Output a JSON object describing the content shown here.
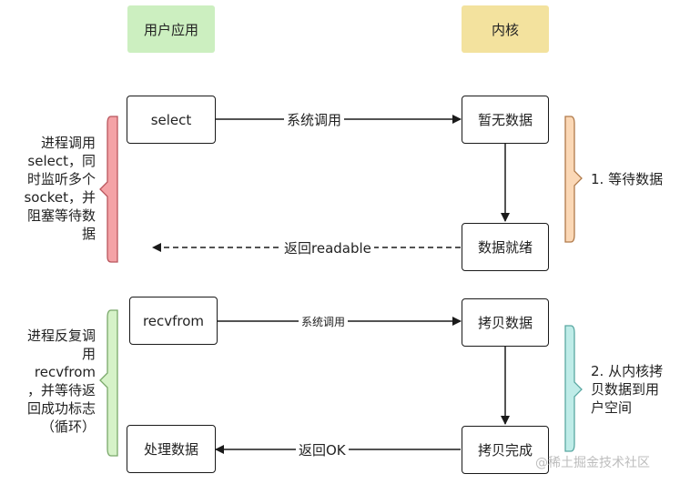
{
  "headers": {
    "user_app": "用户应用",
    "kernel": "内核"
  },
  "colors": {
    "user_header_bg": "#ccefc0",
    "kernel_header_bg": "#f3e29e",
    "brace_red_fill": "#f4a2a6",
    "brace_red_stroke": "#b9565d",
    "brace_orange_fill": "#fbd8b6",
    "brace_orange_stroke": "#b07a4a",
    "brace_green_fill": "#d6f2c8",
    "brace_green_stroke": "#7aa86a",
    "brace_cyan_fill": "#bfece8",
    "brace_cyan_stroke": "#5aa8a2"
  },
  "section1": {
    "user_box": "select",
    "kernel_top": "暂无数据",
    "kernel_bottom": "数据就绪",
    "call_label": "系统调用",
    "return_label": "返回readable",
    "left_note": "进程调用\nselect，同\n时监听多个\nsocket，并\n阻塞等待数\n据",
    "right_note": "1. 等待数据"
  },
  "section2": {
    "user_top": "recvfrom",
    "user_bottom": "处理数据",
    "kernel_top": "拷贝数据",
    "kernel_bottom": "拷贝完成",
    "call_label": "系统调用",
    "return_label": "返回OK",
    "left_note": "进程反复调\n用\nrecvfrom\n，并等待返\n回成功标志\n（循环）",
    "right_note": "2. 从内核拷\n贝数据到用\n户空间"
  },
  "watermark": "@稀土掘金技术社区"
}
